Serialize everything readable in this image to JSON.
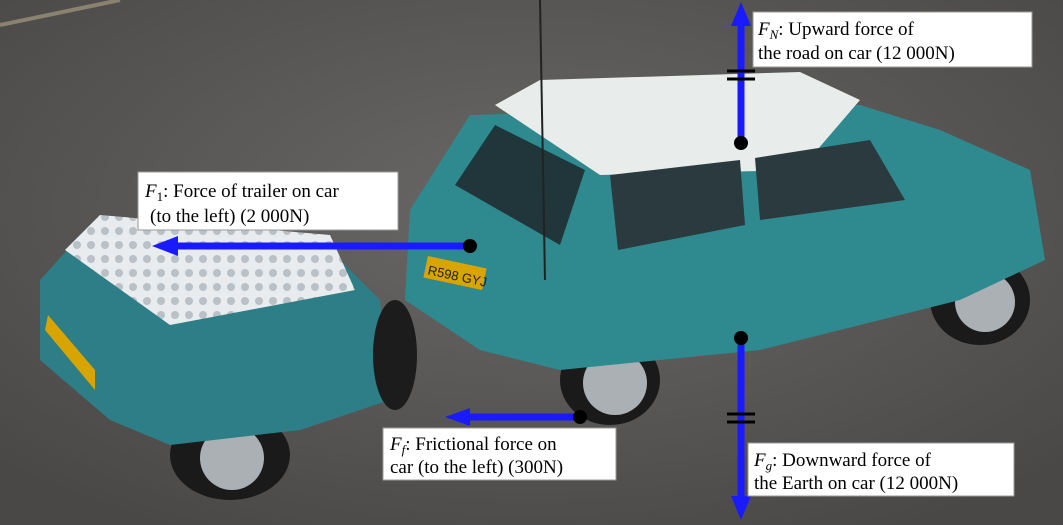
{
  "colors": {
    "arrow": "#1a1aff",
    "car_body": "#2f8a90",
    "roof": "#e8ecea",
    "road": "#5e5c5a"
  },
  "plate": "R598 GYJ",
  "forces": {
    "normal": {
      "symbol": "F",
      "subscript": "N",
      "line1": ": Upward force of",
      "line2": "the road on car (12 000N)"
    },
    "trailer": {
      "symbol": "F",
      "subscript": "1",
      "line1": ": Force of trailer on car",
      "line2": "(to the left) (2 000N)"
    },
    "friction": {
      "symbol": "F",
      "subscript": "f",
      "line1": ": Frictional force on",
      "line2": "car (to the left) (300N)"
    },
    "gravity": {
      "symbol": "F",
      "subscript": "g",
      "line1": ": Downward force of",
      "line2": "the Earth on car (12 000N)"
    }
  }
}
